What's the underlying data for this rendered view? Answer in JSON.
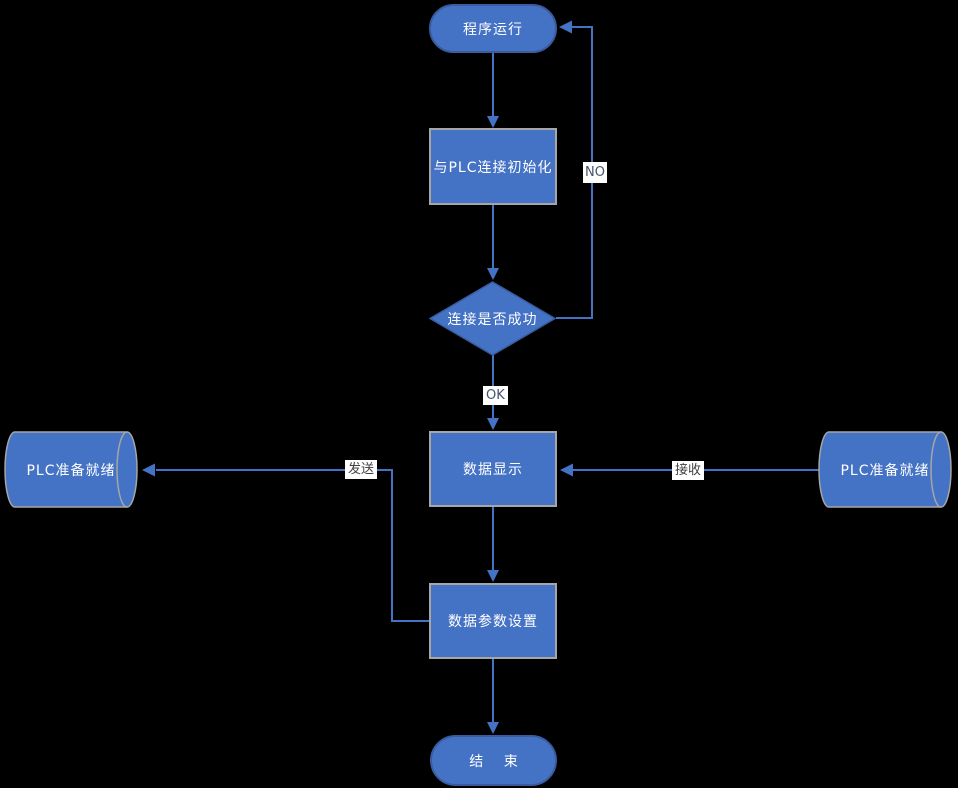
{
  "colors": {
    "background": "#000000",
    "shape_fill": "#4472C4",
    "shape_text": "#FFFFFF",
    "terminator_border": "#3A5C9E",
    "process_border": "#A6A6A6",
    "connector": "#4472C4",
    "edge_label_bg": "#FFFFFF",
    "edge_label_text": "#44546A"
  },
  "nodes": {
    "start": {
      "label": "程序运行",
      "type": "terminator"
    },
    "init": {
      "label": "与PLC连接初始化",
      "type": "process"
    },
    "decision": {
      "label": "连接是否成功",
      "type": "decision"
    },
    "display": {
      "label": "数据显示",
      "type": "process"
    },
    "params": {
      "label": "数据参数设置",
      "type": "process"
    },
    "end": {
      "label": "结 束",
      "type": "terminator"
    },
    "plc_send": {
      "label": "PLC准备就绪",
      "type": "direct-data"
    },
    "plc_receive": {
      "label": "PLC准备就绪",
      "type": "direct-data"
    }
  },
  "edge_labels": {
    "no": "NO",
    "ok": "OK",
    "send": "发送",
    "receive": "接收"
  }
}
